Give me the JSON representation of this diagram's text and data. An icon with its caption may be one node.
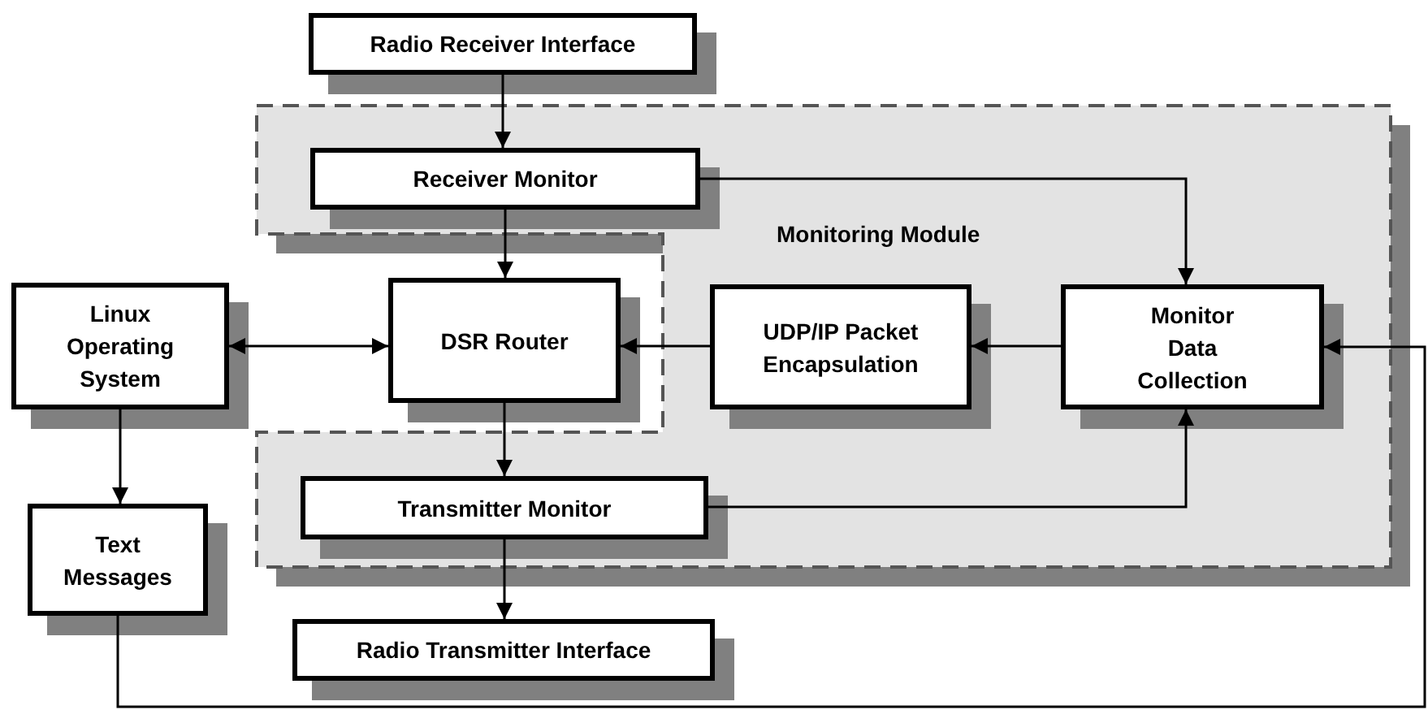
{
  "diagram": {
    "nodes": [
      {
        "text": [
          "Radio Receiver Interface"
        ]
      },
      {
        "text": [
          "Monitoring Module"
        ]
      },
      {
        "text": [
          "Receiver Monitor"
        ],
        "in": 1
      },
      {
        "text": [
          "Linux Operating System"
        ]
      },
      {
        "text": [
          "DSR Router"
        ]
      },
      {
        "text": [
          "UDP/IP Packet Encapsulation"
        ],
        "in": 1
      },
      {
        "text": [
          "Monitor Data Collection"
        ],
        "in": 1
      },
      {
        "text": [
          "Transmitter Monitor"
        ],
        "in": 1
      },
      {
        "text": [
          "Text Messages"
        ]
      },
      {
        "text": [
          "Radio Transmitter Interface"
        ]
      }
    ],
    "edges": [
      {
        "from": 0,
        "to": 2,
        "arrow": "to"
      },
      {
        "from": 2,
        "to": 4,
        "arrow": "to"
      },
      {
        "from": 2,
        "to": 6,
        "arrow": "to"
      },
      {
        "from": 3,
        "to": 4,
        "arrow": "both"
      },
      {
        "from": 5,
        "to": 4,
        "arrow": "to"
      },
      {
        "from": 6,
        "to": 5,
        "arrow": "to"
      },
      {
        "from": 4,
        "to": 7,
        "arrow": "to"
      },
      {
        "from": 7,
        "to": 6,
        "arrow": "to"
      },
      {
        "from": 3,
        "to": 8,
        "arrow": "to"
      },
      {
        "from": 7,
        "to": 9,
        "arrow": "to"
      },
      {
        "from": 8,
        "to": 6,
        "arrow": "to"
      }
    ]
  }
}
